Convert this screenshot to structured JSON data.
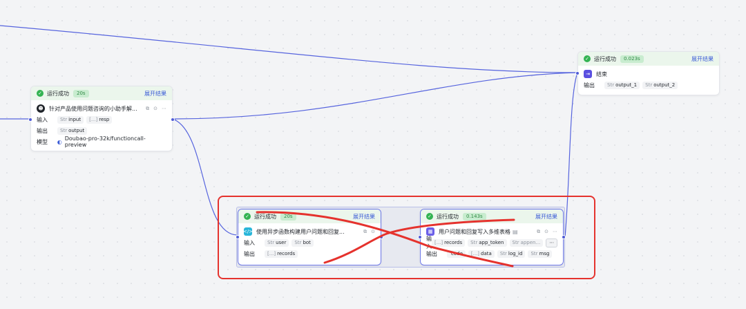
{
  "nodes": {
    "end": {
      "status": "运行成功",
      "duration": "0.023s",
      "expand": "展开结果",
      "title": "结束",
      "output_label": "输出",
      "outputs": [
        {
          "type": "Str",
          "name": "output_1"
        },
        {
          "type": "Str",
          "name": "output_2"
        }
      ]
    },
    "llm": {
      "status": "运行成功",
      "duration": "20s",
      "expand": "展开结果",
      "title": "针对产品使用问题咨询的小助手解...",
      "input_label": "输入",
      "inputs": [
        {
          "type": "Str",
          "name": "input"
        },
        {
          "type": "[...]",
          "name": "resp"
        }
      ],
      "output_label": "输出",
      "outputs": [
        {
          "type": "Str",
          "name": "output"
        }
      ],
      "model_label": "模型",
      "model": "Doubao-pro-32k/functioncall-preview"
    },
    "code": {
      "status": "运行成功",
      "duration": "20s",
      "expand": "展开结果",
      "title": "使用异步函数构建用户问题和回复...",
      "input_label": "输入",
      "inputs": [
        {
          "type": "Str",
          "name": "user"
        },
        {
          "type": "Str",
          "name": "bot"
        }
      ],
      "output_label": "输出",
      "outputs": [
        {
          "type": "[...]",
          "name": "records"
        }
      ]
    },
    "table": {
      "status": "运行成功",
      "duration": "0.143s",
      "expand": "展开结果",
      "title": "用户问题和回复写入多维表格",
      "input_label": "输入",
      "inputs": [
        {
          "type": "[...]",
          "name": "records"
        },
        {
          "type": "Str",
          "name": "app_token"
        },
        {
          "type": "Str",
          "name": "appen..."
        }
      ],
      "output_label": "输出",
      "outputs": [
        {
          "type": "",
          "name": "code"
        },
        {
          "type": "[...]",
          "name": "data"
        },
        {
          "type": "Str",
          "name": "log_id"
        },
        {
          "type": "Str",
          "name": "msg"
        }
      ]
    }
  },
  "colors": {
    "edge": "#4f5cd6",
    "success": "#33b352",
    "annotation": "#e5322d"
  }
}
